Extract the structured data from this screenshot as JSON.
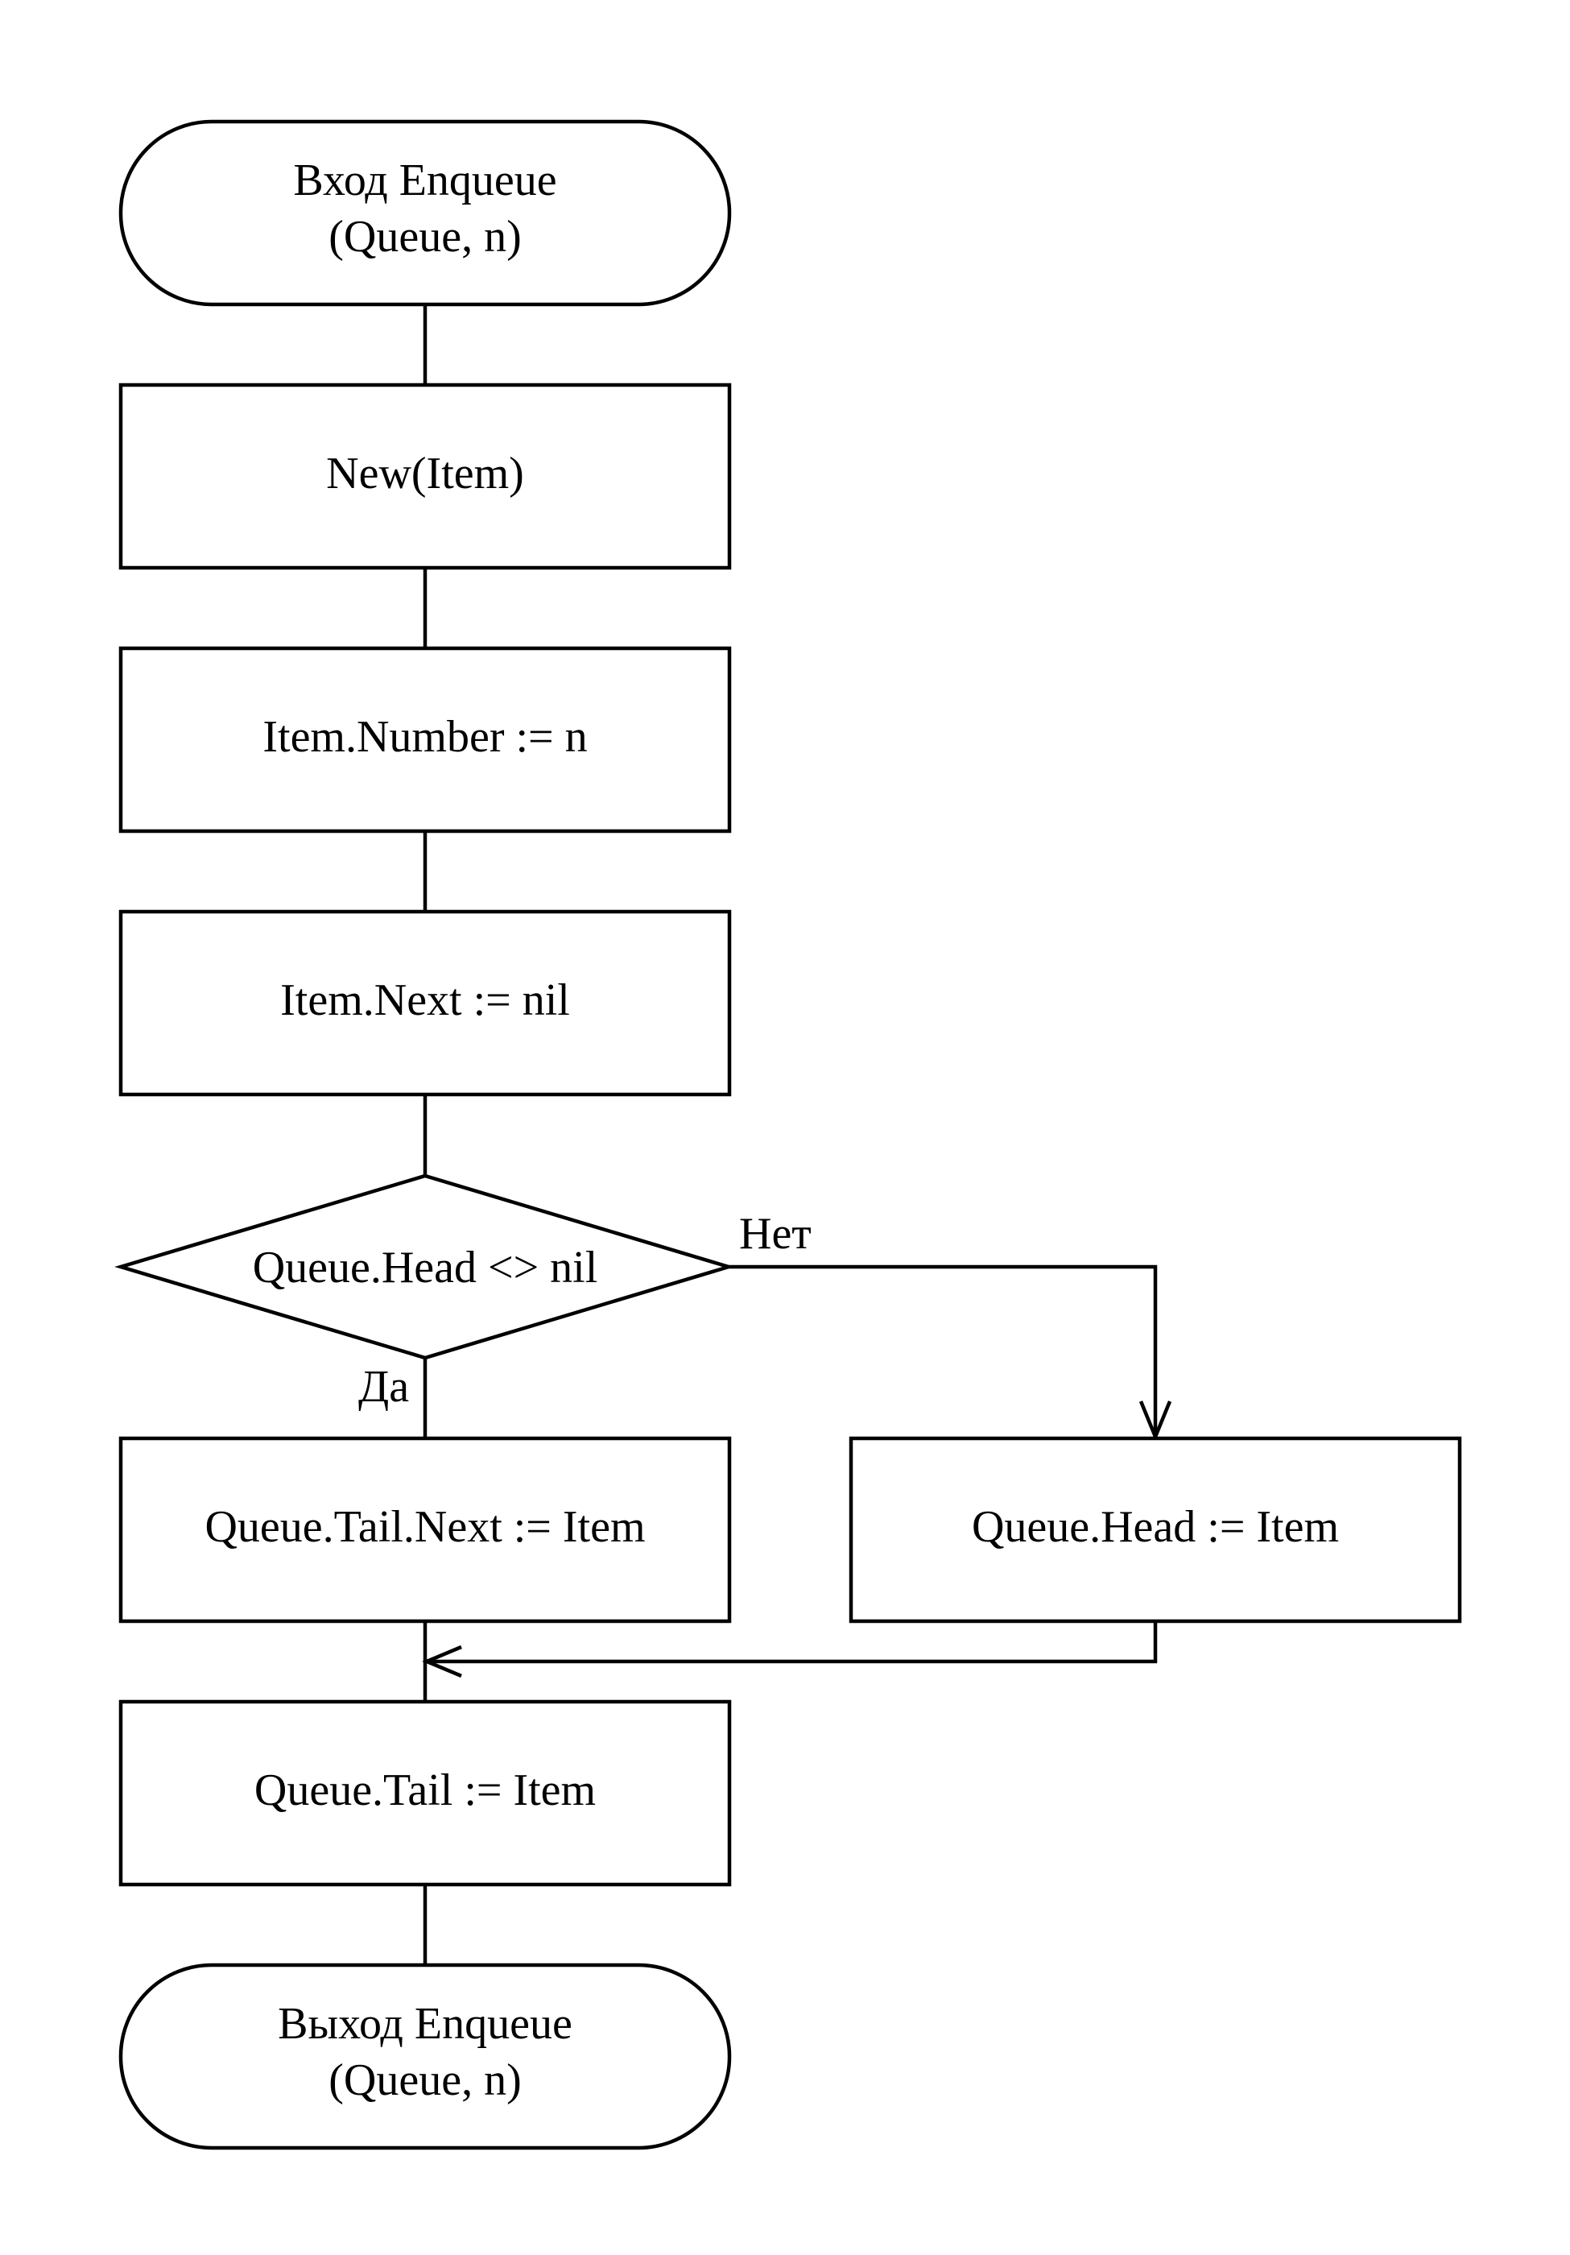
{
  "flowchart": {
    "start": {
      "line1": "Вход Enqueue",
      "line2": "(Queue, n)"
    },
    "steps": [
      "New(Item)",
      "Item.Number := n",
      "Item.Next := nil"
    ],
    "decision": {
      "condition": "Queue.Head <> nil",
      "yes_label": "Да",
      "no_label": "Нет"
    },
    "branch_yes": "Queue.Tail.Next := Item",
    "branch_no": "Queue.Head := Item",
    "final_step": "Queue.Tail := Item",
    "end": {
      "line1": "Выход Enqueue",
      "line2": "(Queue, n)"
    }
  }
}
